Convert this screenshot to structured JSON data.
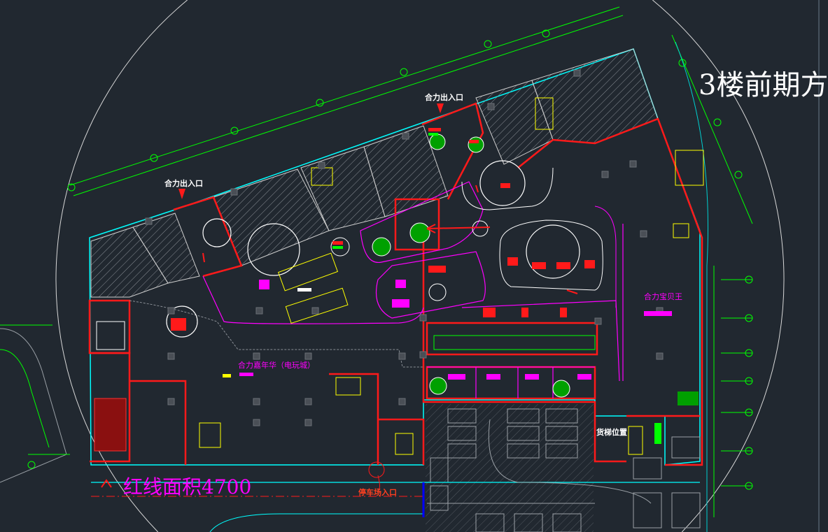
{
  "drawing": {
    "title": "3楼前期方",
    "red_line_area": "红线面积4700",
    "labels": {
      "entrance_1": "合力出入口",
      "entrance_2": "合力出入口",
      "arcade": "合力嘉年华（电玩城）",
      "kids": "合力宝贝王",
      "freight_elevator": "货梯位置",
      "parking_entrance": "停车场入口"
    },
    "colors": {
      "background": "#212830",
      "boundary": "#ff1a1a",
      "tenant": "#ff00ff",
      "wall": "#00ffff",
      "grid": "#00ff00",
      "stair": "#ffff00"
    }
  }
}
